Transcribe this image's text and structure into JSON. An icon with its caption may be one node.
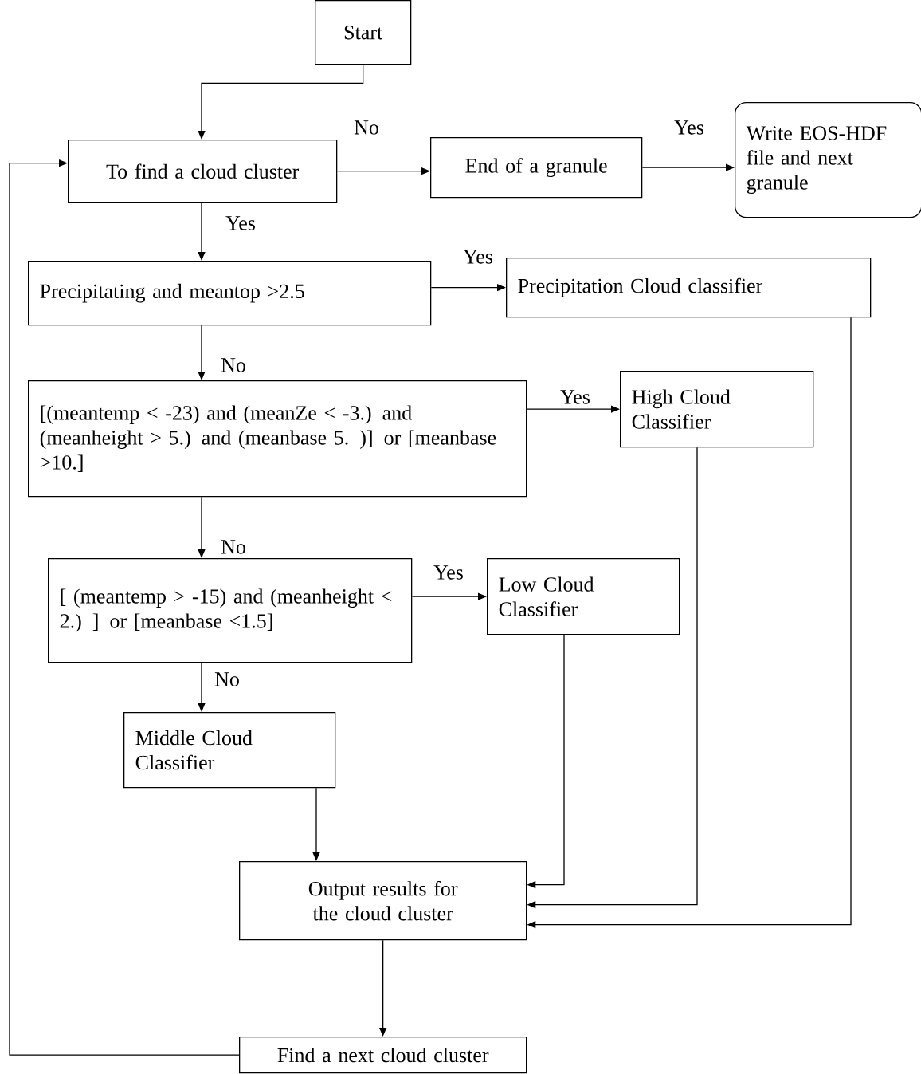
{
  "diagram": {
    "nodes": [
      {
        "text": [
          "Start"
        ]
      },
      {
        "text": [
          "To find a cloud cluster"
        ]
      },
      {
        "text": [
          "End of a granule"
        ]
      },
      {
        "text": [
          "Write EOS-HDF file and next granule"
        ]
      },
      {
        "text": [
          "Precipitating and  meantop >2.5"
        ]
      },
      {
        "text": [
          "Precipitation Cloud classifier"
        ]
      },
      {
        "text": [
          "[(meantemp < -23) and (meanZe < -3.) and (meanheight > 5.)  and (meanbase 5. )] or [meanbase >10.]"
        ]
      },
      {
        "text": [
          "High Cloud Classifier"
        ]
      },
      {
        "text": [
          "[ (meantemp > -15) and (meanheight < 2.) ] or [meanbase <1.5]"
        ]
      },
      {
        "text": [
          "Low Cloud Classifier"
        ]
      },
      {
        "text": [
          "Middle Cloud Classifier"
        ]
      },
      {
        "text": [
          "Output results for the cloud cluster"
        ]
      },
      {
        "text": [
          "Find a next cloud cluster"
        ]
      }
    ],
    "edges": [
      {
        "from": 0,
        "to": 1,
        "arrow": "to"
      },
      {
        "from": 1,
        "to": 2,
        "arrow": "to",
        "label": "No"
      },
      {
        "from": 2,
        "to": 3,
        "arrow": "to",
        "label": "Yes"
      },
      {
        "from": 1,
        "to": 4,
        "arrow": "to",
        "label": "Yes"
      },
      {
        "from": 4,
        "to": 5,
        "arrow": "to",
        "label": "Yes"
      },
      {
        "from": 4,
        "to": 6,
        "arrow": "to",
        "label": "No"
      },
      {
        "from": 6,
        "to": 7,
        "arrow": "to",
        "label": "Yes"
      },
      {
        "from": 6,
        "to": 8,
        "arrow": "to",
        "label": "No"
      },
      {
        "from": 8,
        "to": 9,
        "arrow": "to",
        "label": "Yes"
      },
      {
        "from": 8,
        "to": 10,
        "arrow": "to",
        "label": "No"
      },
      {
        "from": 10,
        "to": 11,
        "arrow": "to"
      },
      {
        "from": 9,
        "to": 11,
        "arrow": "to"
      },
      {
        "from": 7,
        "to": 11,
        "arrow": "to"
      },
      {
        "from": 5,
        "to": 11,
        "arrow": "to"
      },
      {
        "from": 11,
        "to": 12,
        "arrow": "to"
      },
      {
        "from": 12,
        "to": 1,
        "arrow": "to"
      }
    ]
  }
}
